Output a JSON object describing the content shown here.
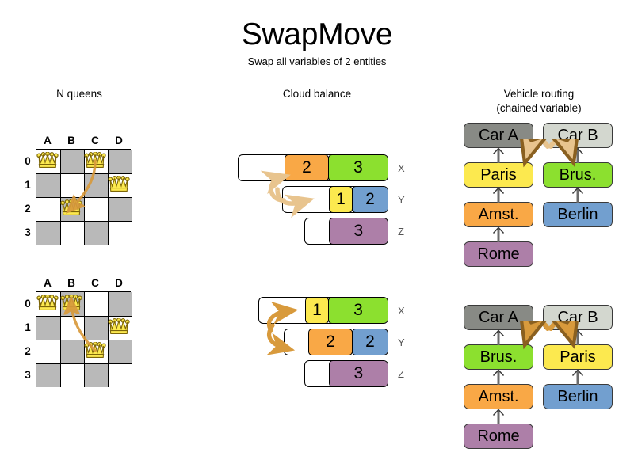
{
  "header": {
    "title": "SwapMove",
    "subtitle": "Swap all variables of 2 entities"
  },
  "sections": {
    "nqueens": {
      "heading": "N queens"
    },
    "cloud": {
      "heading": "Cloud balance"
    },
    "routing": {
      "heading": "Vehicle routing\n(chained variable)"
    }
  },
  "colors": {
    "orange": "#F9A846",
    "green": "#8CE02F",
    "yellow": "#FCE94F",
    "blue": "#729FCF",
    "purple": "#AD7FA8",
    "gray_dark": "#888A85",
    "gray_light": "#D3D7CF",
    "board_dark": "#B9B9B9",
    "board_light": "#FFFFFF",
    "arrow_light": "#E8C48E",
    "arrow_dark": "#D89A3C",
    "queen_fill": "#FCE94F"
  },
  "nqueens": {
    "columns": [
      "A",
      "B",
      "C",
      "D"
    ],
    "rows": [
      "0",
      "1",
      "2",
      "3"
    ],
    "before": {
      "queens": [
        {
          "col": "A",
          "row": "0"
        },
        {
          "col": "C",
          "row": "0"
        },
        {
          "col": "D",
          "row": "1"
        },
        {
          "col": "B",
          "row": "2"
        }
      ],
      "move_from": {
        "col": "C",
        "row": "0"
      },
      "move_to": {
        "col": "B",
        "row": "2"
      }
    },
    "after": {
      "queens": [
        {
          "col": "A",
          "row": "0"
        },
        {
          "col": "B",
          "row": "0"
        },
        {
          "col": "D",
          "row": "1"
        },
        {
          "col": "C",
          "row": "2"
        }
      ],
      "move_from": {
        "col": "C",
        "row": "2"
      },
      "move_to": {
        "col": "B",
        "row": "0"
      }
    }
  },
  "cloud": {
    "before": [
      {
        "tag": "X",
        "indent": 0,
        "segments": [
          {
            "label": "",
            "color": "none",
            "w": 58
          },
          {
            "label": "2",
            "color": "orange",
            "w": 56
          },
          {
            "label": "3",
            "color": "green",
            "w": 76
          }
        ]
      },
      {
        "tag": "Y",
        "indent": 28,
        "segments": [
          {
            "label": "",
            "color": "none",
            "w": 58
          },
          {
            "label": "1",
            "color": "yellow",
            "w": 30
          },
          {
            "label": "2",
            "color": "blue",
            "w": 46
          }
        ]
      },
      {
        "tag": "Z",
        "indent": 56,
        "segments": [
          {
            "label": "",
            "color": "none",
            "w": 30
          },
          {
            "label": "3",
            "color": "purple",
            "w": 76
          }
        ]
      }
    ],
    "after": [
      {
        "tag": "X",
        "indent": 0,
        "segments": [
          {
            "label": "",
            "color": "none",
            "w": 58
          },
          {
            "label": "1",
            "color": "yellow",
            "w": 30
          },
          {
            "label": "3",
            "color": "green",
            "w": 76
          }
        ]
      },
      {
        "tag": "Y",
        "indent": 28,
        "segments": [
          {
            "label": "",
            "color": "none",
            "w": 30
          },
          {
            "label": "2",
            "color": "orange",
            "w": 56
          },
          {
            "label": "2",
            "color": "blue",
            "w": 46
          }
        ]
      },
      {
        "tag": "Z",
        "indent": 56,
        "segments": [
          {
            "label": "",
            "color": "none",
            "w": 30
          },
          {
            "label": "3",
            "color": "purple",
            "w": 76
          }
        ]
      }
    ]
  },
  "routing": {
    "before": {
      "chains": [
        {
          "vehicle": {
            "label": "Car A",
            "color": "gray_dark"
          },
          "stops": [
            {
              "label": "Paris",
              "color": "yellow"
            },
            {
              "label": "Amst.",
              "color": "orange"
            },
            {
              "label": "Rome",
              "color": "purple"
            }
          ]
        },
        {
          "vehicle": {
            "label": "Car B",
            "color": "gray_light"
          },
          "stops": [
            {
              "label": "Brus.",
              "color": "green"
            },
            {
              "label": "Berlin",
              "color": "blue"
            }
          ]
        }
      ],
      "swap": {
        "from": "Paris",
        "to": "Brus."
      }
    },
    "after": {
      "chains": [
        {
          "vehicle": {
            "label": "Car A",
            "color": "gray_dark"
          },
          "stops": [
            {
              "label": "Brus.",
              "color": "green"
            },
            {
              "label": "Amst.",
              "color": "orange"
            },
            {
              "label": "Rome",
              "color": "purple"
            }
          ]
        },
        {
          "vehicle": {
            "label": "Car B",
            "color": "gray_light"
          },
          "stops": [
            {
              "label": "Paris",
              "color": "yellow"
            },
            {
              "label": "Berlin",
              "color": "blue"
            }
          ]
        }
      ],
      "swap": {
        "from": "Brus.",
        "to": "Paris"
      }
    }
  }
}
